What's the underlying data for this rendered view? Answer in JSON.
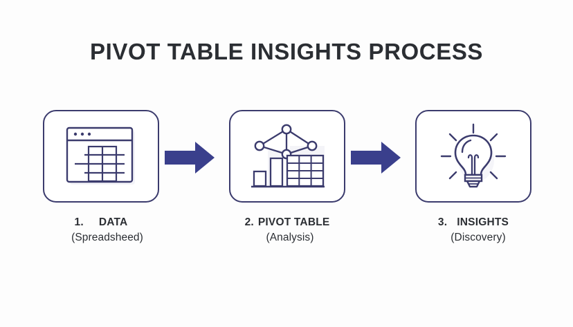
{
  "page": {
    "title": "PIVOT TABLE INSIGHTS PROCESS",
    "background_color": "#fdfdfd",
    "title_color": "#2b2e33",
    "accent_color": "#3b3b6d",
    "arrow_color": "#3a3f8c"
  },
  "steps": [
    {
      "number": "1.",
      "label": "DATA",
      "sublabel": "(Spreadsheed)",
      "icon": "spreadsheet-window-icon"
    },
    {
      "number": "2.",
      "label": "PIVOT TABLE",
      "sublabel": "(Analysis)",
      "icon": "network-chart-grid-icon"
    },
    {
      "number": "3.",
      "label": "INSIGHTS",
      "sublabel": "(Discovery)",
      "icon": "lightbulb-icon"
    }
  ],
  "arrows": [
    {
      "name": "arrow-step1-to-step2",
      "direction": "right"
    },
    {
      "name": "arrow-step2-to-step3",
      "direction": "right"
    }
  ]
}
